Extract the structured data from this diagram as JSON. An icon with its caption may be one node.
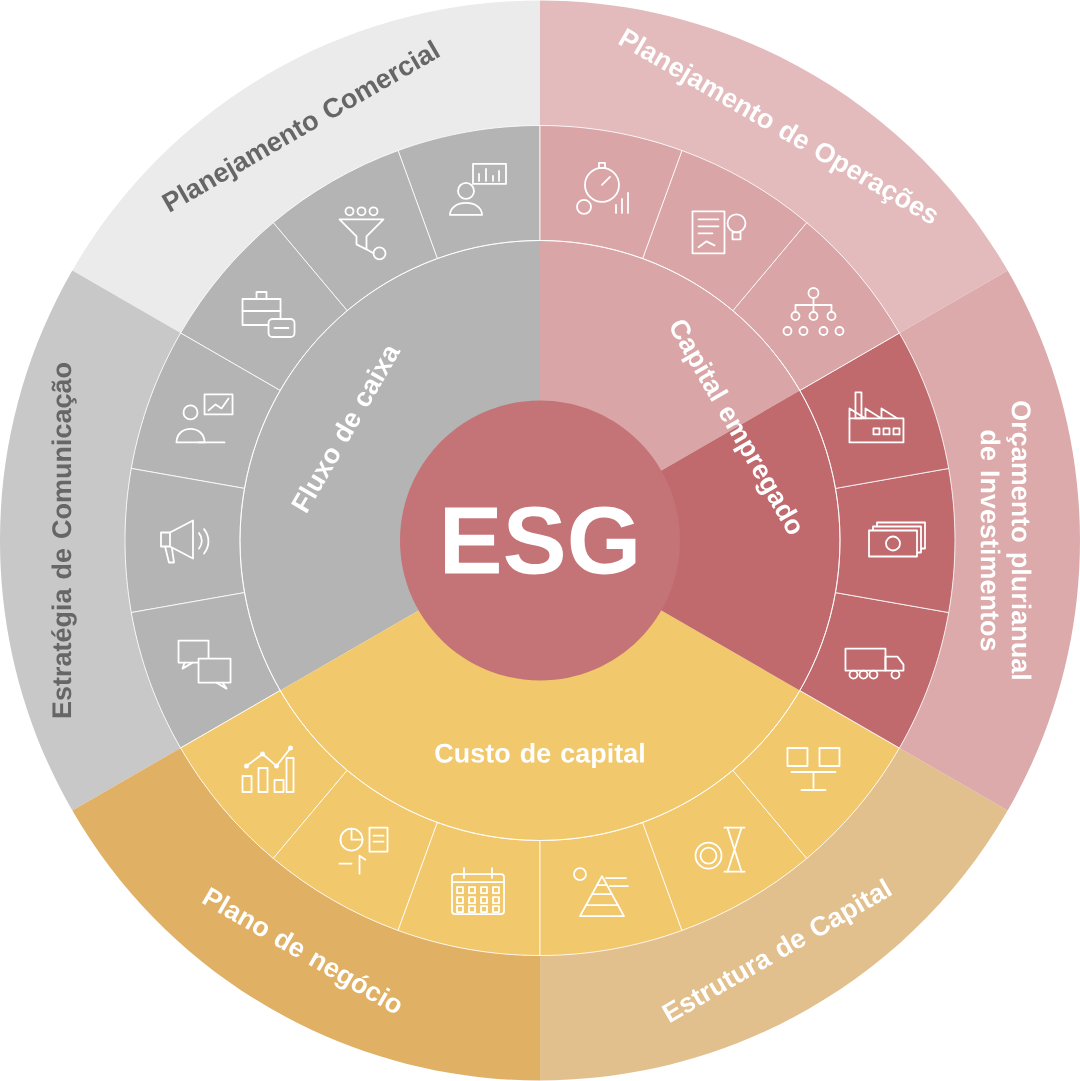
{
  "diagram": {
    "nodes": [
      {
        "text": [
          "ESG"
        ]
      },
      {
        "text": [
          "Fluxo de caixa"
        ]
      },
      {
        "text": [
          "Custo de capital"
        ]
      },
      {
        "text": [
          "Capital empregado"
        ]
      },
      {
        "text": [
          "Planejamento Comercial"
        ]
      },
      {
        "text": [
          "Estratégia de Comunicação"
        ]
      },
      {
        "text": [
          "Plano de negócio"
        ]
      },
      {
        "text": [
          "Estrutura de Capital"
        ]
      },
      {
        "text": [
          "Orçamento plurianual de Investimentos"
        ]
      },
      {
        "text": [
          "Planejamento de Operações"
        ]
      }
    ]
  }
}
